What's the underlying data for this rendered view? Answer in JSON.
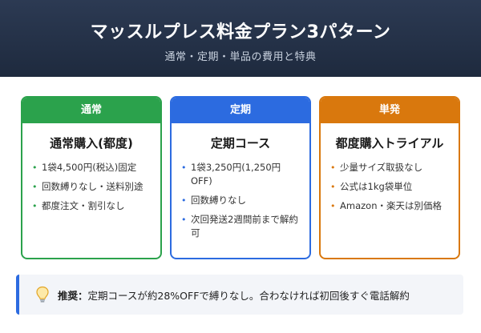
{
  "header": {
    "title": "マッスルプレス料金プラン3パターン",
    "subtitle": "通常・定期・単品の費用と特典"
  },
  "cards": [
    {
      "tag": "通常",
      "title": "通常購入(都度)",
      "items": [
        "1袋4,500円(税込)固定",
        "回数縛りなし・送料別途",
        "都度注文・割引なし"
      ]
    },
    {
      "tag": "定期",
      "title": "定期コース",
      "items": [
        "1袋3,250円(1,250円OFF)",
        "回数縛りなし",
        "次回発送2週間前まで解約可"
      ]
    },
    {
      "tag": "単発",
      "title": "都度購入トライアル",
      "items": [
        "少量サイズ取扱なし",
        "公式は1kg袋単位",
        "Amazon・楽天は別価格"
      ]
    }
  ],
  "note": {
    "label": "推奨：",
    "text": "定期コースが約28%OFFで縛りなし。合わなければ初回後すぐ電話解約",
    "icon": "lightbulb-icon"
  },
  "bullet": "•",
  "colors": {
    "green": "#2ba24c",
    "blue": "#2c6be0",
    "orange": "#d9780d",
    "header": "#1e2a3e"
  }
}
